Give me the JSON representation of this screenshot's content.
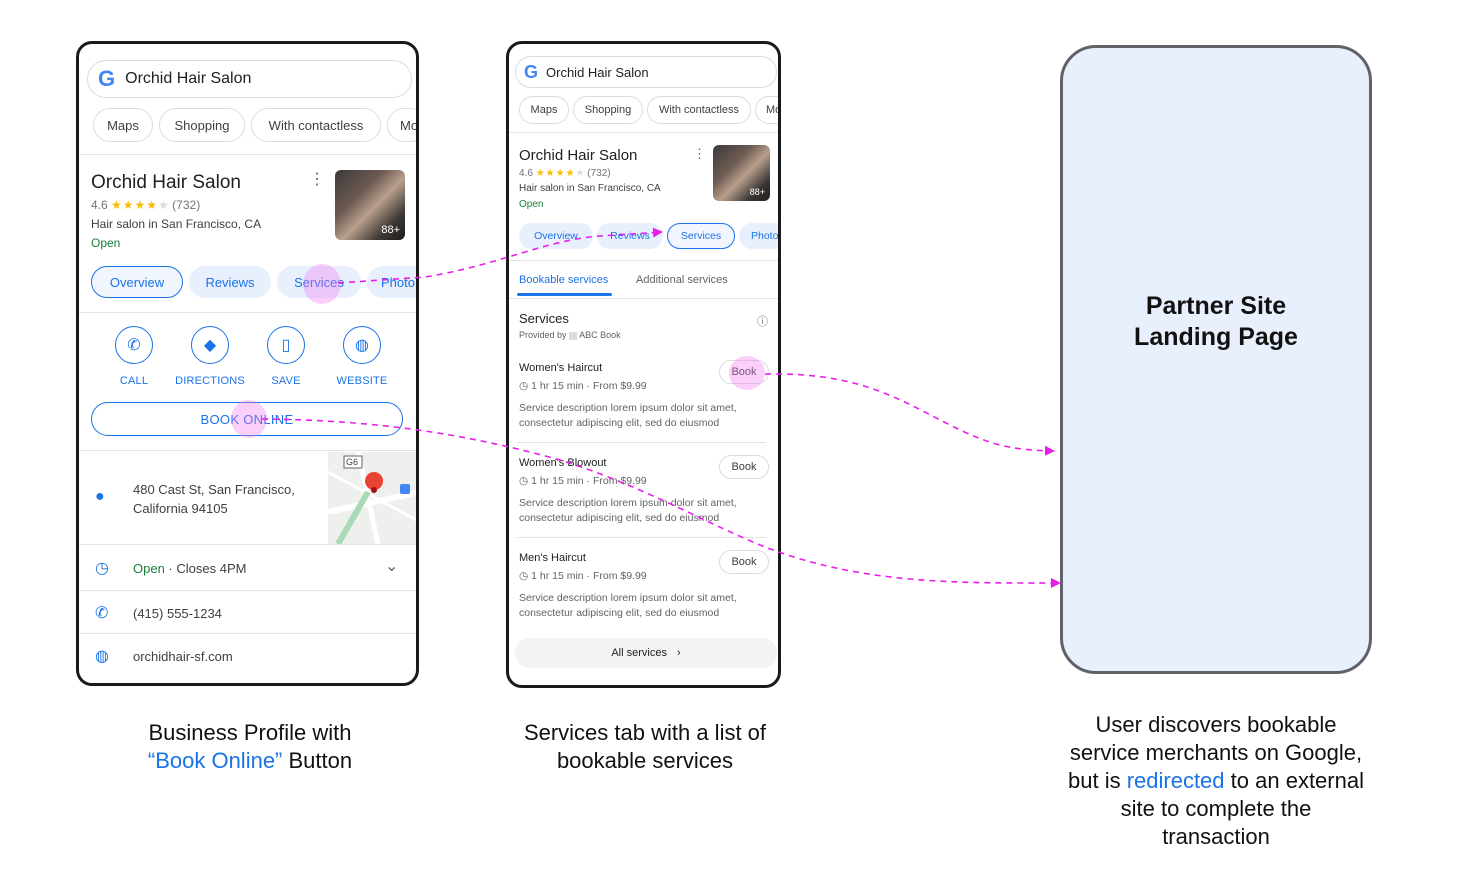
{
  "phone1": {
    "search": {
      "logo": "G",
      "query": "Orchid Hair Salon"
    },
    "chips": [
      "Maps",
      "Shopping",
      "With contactless",
      "Mo"
    ],
    "business": {
      "name": "Orchid Hair Salon",
      "rating": "4.6",
      "stars": "★★★★",
      "star_empty": "★",
      "reviews": "(732)",
      "category": "Hair salon in San Francisco, CA",
      "status": "Open",
      "photo_count": "88+"
    },
    "tabs": [
      "Overview",
      "Reviews",
      "Services",
      "Photo"
    ],
    "actions": [
      {
        "icon": "phone-icon",
        "label": "CALL"
      },
      {
        "icon": "directions-icon",
        "label": "DIRECTIONS"
      },
      {
        "icon": "bookmark-icon",
        "label": "SAVE"
      },
      {
        "icon": "globe-icon",
        "label": "WEBSITE"
      }
    ],
    "book_online": "BOOK ONLINE",
    "address_line1": "480 Cast St, San Francisco,",
    "address_line2": "California 94105",
    "map_badge": "G6",
    "hours_open": "Open",
    "hours_rest": " · Closes 4PM",
    "phone": "(415) 555-1234",
    "website": "orchidhair-sf.com"
  },
  "phone2": {
    "search": {
      "logo": "G",
      "query": "Orchid Hair Salon"
    },
    "chips": [
      "Maps",
      "Shopping",
      "With contactless",
      "Mo"
    ],
    "business": {
      "name": "Orchid Hair Salon",
      "rating": "4.6",
      "stars": "★★★★",
      "star_empty": "★",
      "reviews": "(732)",
      "category": "Hair salon in San Francisco, CA",
      "status": "Open",
      "photo_count": "88+"
    },
    "tabs": [
      "Overview",
      "Reviews",
      "Services",
      "Photo"
    ],
    "subtabs": [
      "Bookable services",
      "Additional services"
    ],
    "services_heading": "Services",
    "provided_by": "Provided by",
    "provider": "ABC Book",
    "services": [
      {
        "name": "Women's Haircut",
        "meta": "1 hr 15 min · From $9.99",
        "desc": "Service description lorem ipsum dolor sit amet, consectetur adipiscing elit, sed do eiusmod",
        "button": "Book"
      },
      {
        "name": "Women's Blowout",
        "meta": "1 hr 15 min · From $9.99",
        "desc": "Service description lorem ipsum dolor sit amet, consectetur adipiscing elit, sed do eiusmod",
        "button": "Book"
      },
      {
        "name": "Men's Haircut",
        "meta": "1 hr 15 min · From $9.99",
        "desc": "Service description lorem ipsum dolor sit amet, consectetur adipiscing elit, sed do eiusmod",
        "button": "Book"
      }
    ],
    "all_services": "All services"
  },
  "partner": {
    "line1": "Partner Site",
    "line2": "Landing Page"
  },
  "captions": {
    "left_line1": "Business Profile with",
    "left_quote": "“Book Online”",
    "left_rest": " Button",
    "middle_line1": "Services tab with a list of",
    "middle_line2": "bookable services",
    "right_a": "User discovers bookable",
    "right_b": "service merchants on Google,",
    "right_c1": "but is ",
    "right_c_link": "redirected",
    "right_c2": " to an external",
    "right_d": "site to complete the",
    "right_e": "transaction"
  },
  "colors": {
    "accent": "#1a73e8",
    "arrow": "#e81ee8",
    "open": "#188038",
    "partner_bg": "#e8f0fe"
  }
}
